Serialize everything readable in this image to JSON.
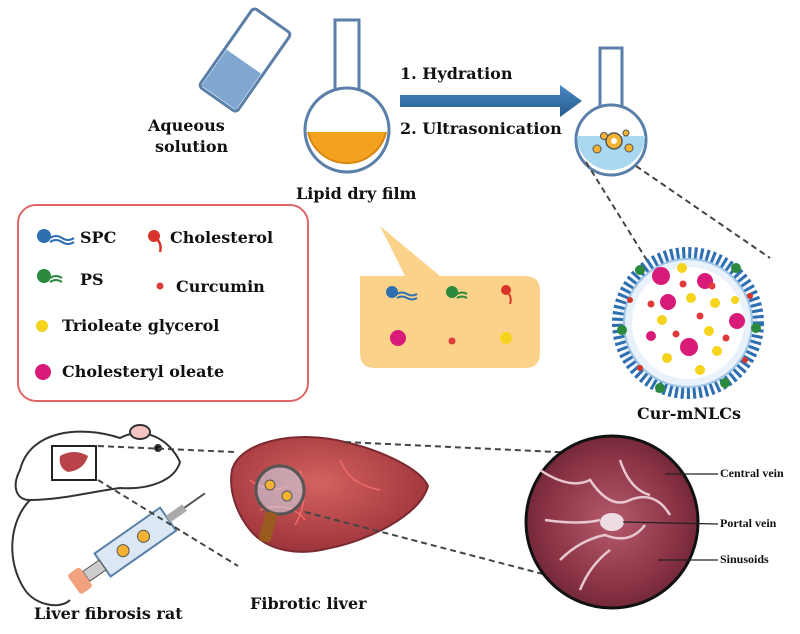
{
  "labels": {
    "aqueous_line1": "Aqueous",
    "aqueous_line2": "solution",
    "lipid_dry_film": "Lipid dry film",
    "step1": "1. Hydration",
    "step2": "2. Ultrasonication",
    "product": "Cur-mNLCs",
    "liver_fibrosis_rat": "Liver fibrosis rat",
    "fibrotic_liver": "Fibrotic liver",
    "central_vein": "Central vein",
    "portal_vein": "Portal vein",
    "sinusoids": "Sinusoids"
  },
  "legend": {
    "items": [
      {
        "label": "SPC",
        "icon": "spc-lipid-icon",
        "color": "#2e6fb0"
      },
      {
        "label": "Cholesterol",
        "icon": "cholesterol-icon",
        "color": "#d9342b"
      },
      {
        "label": "PS",
        "icon": "ps-lipid-icon",
        "color": "#2b8a3e"
      },
      {
        "label": "Curcumin",
        "icon": "curcumin-dot-icon",
        "color": "#e03a3a"
      },
      {
        "label": "Trioleate glycerol",
        "icon": "trioleate-dot-icon",
        "color": "#f6d31c"
      },
      {
        "label": "Cholesteryl oleate",
        "icon": "cholesteryl-oleate-dot-icon",
        "color": "#d81b78"
      }
    ]
  },
  "colors": {
    "arrow": "#2f6da6",
    "lipid_film": "#f3a21f",
    "callout": "#fbd28a",
    "legend_border": "#e06666",
    "tissue": "#8a3345",
    "liver": "#b8434a"
  }
}
